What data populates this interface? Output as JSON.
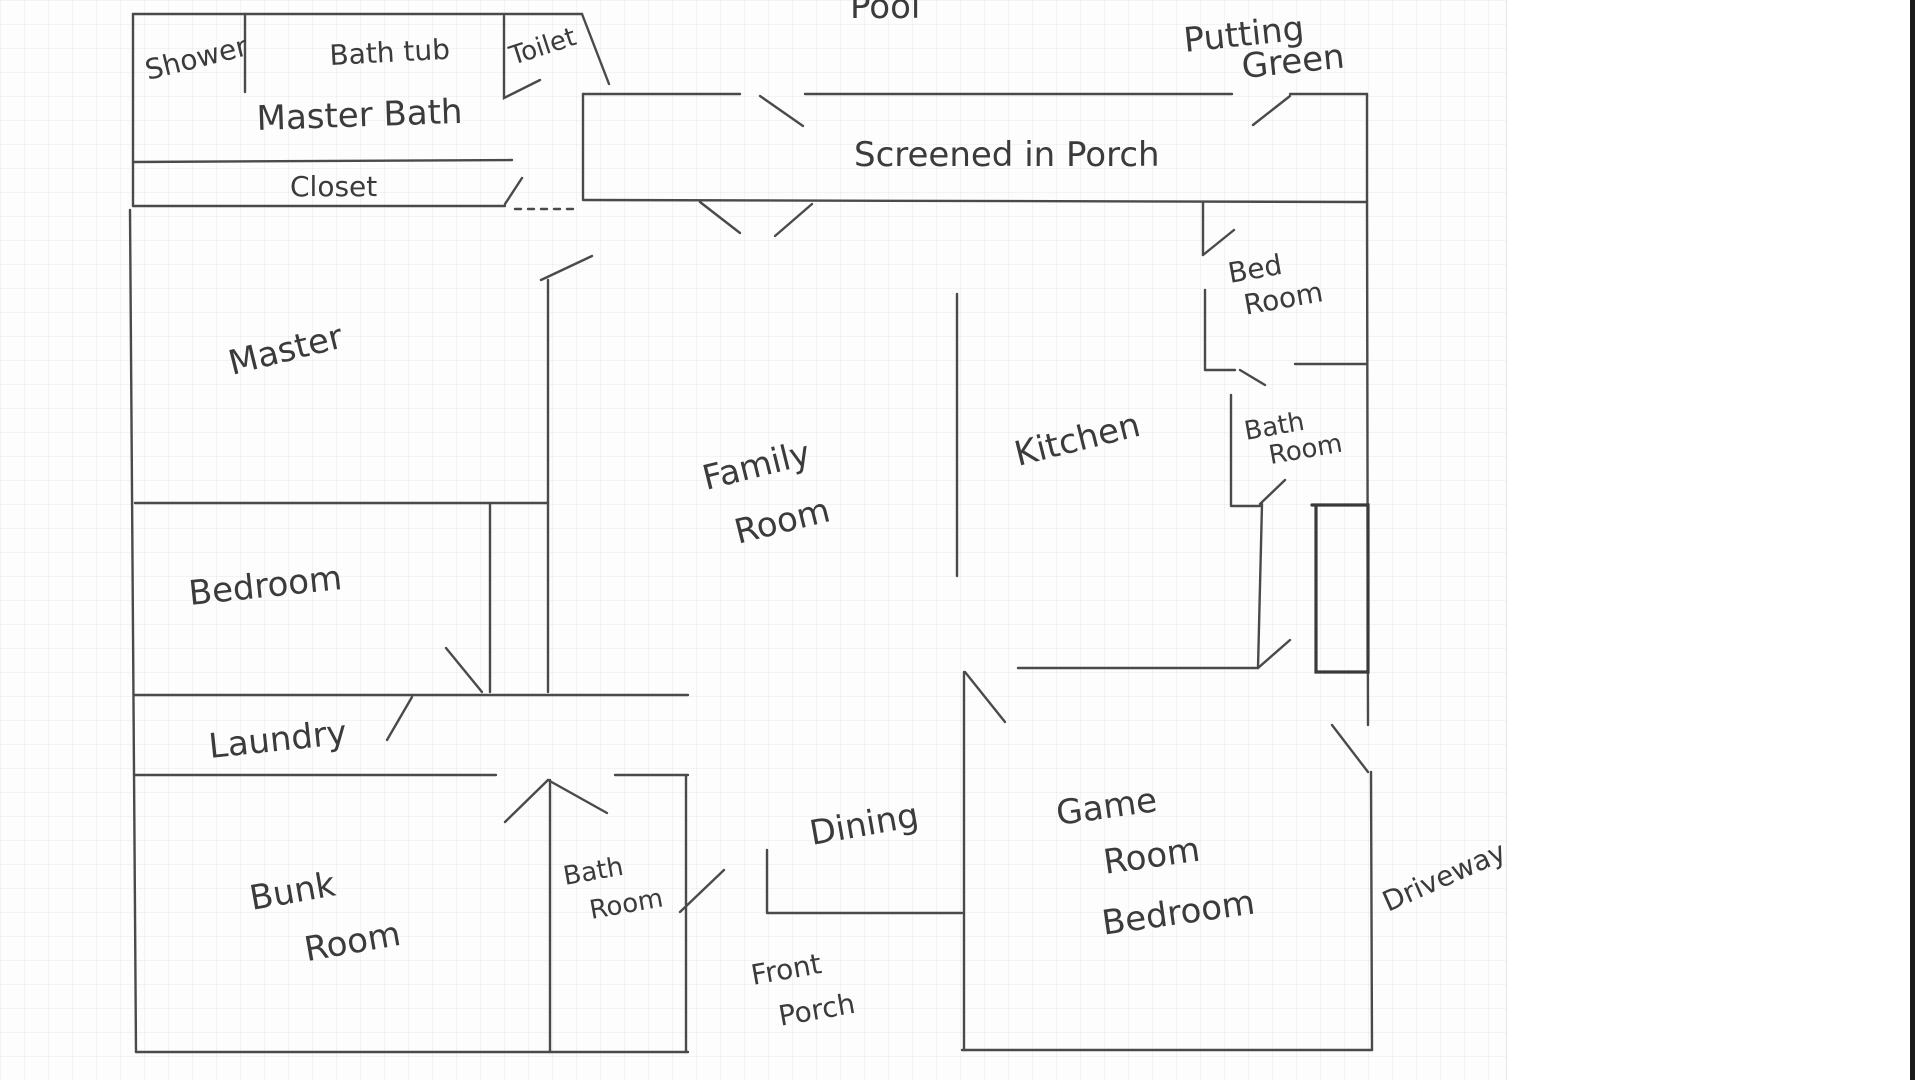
{
  "labels": {
    "pool": "Pool",
    "putting_green": [
      "Putting",
      "Green"
    ],
    "shower": "Shower",
    "bathtub": "Bath tub",
    "toilet": "Toilet",
    "master_bath": "Master Bath",
    "closet": "Closet",
    "screened_porch": "Screened in Porch",
    "bedroom_upper_right": [
      "Bed",
      "Room"
    ],
    "master": "Master",
    "family_room": [
      "Family",
      "Room"
    ],
    "kitchen": "Kitchen",
    "bath_room_right": [
      "Bath",
      "Room"
    ],
    "bedroom_left": "Bedroom",
    "laundry": "Laundry",
    "dining": "Dining",
    "game_room": [
      "Game",
      "Room",
      "Bedroom"
    ],
    "bunk_room": [
      "Bunk",
      "Room"
    ],
    "bath_room_lower": [
      "Bath",
      "Room"
    ],
    "front_porch": [
      "Front",
      "Porch"
    ],
    "driveway": "Driveway"
  }
}
